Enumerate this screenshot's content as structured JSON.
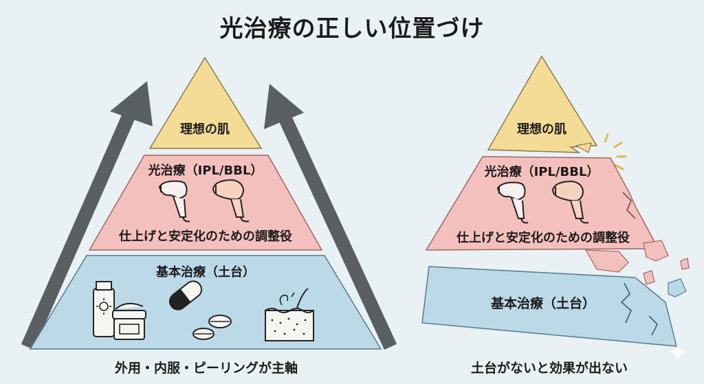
{
  "title": "光治療の正しい位置づけ",
  "left": {
    "top_label": "理想の肌",
    "middle_label": "光治療（IPL/BBL）",
    "middle_sub": "仕上げと安定化のための調整役",
    "bottom_label": "基本治療（土台）",
    "caption": "外用・内服・ピーリングが主軸"
  },
  "right": {
    "top_label": "理想の肌",
    "middle_label": "光治療（IPL/BBL）",
    "middle_sub": "仕上げと安定化のための調整役",
    "bottom_label": "基本治療（土台）",
    "caption": "土台がないと効果が出ない"
  },
  "colors": {
    "background": "#e9f1f4",
    "tier_top": "#f5dc96",
    "tier_middle": "#f4c0bd",
    "tier_bottom": "#bcd9e8",
    "arrow": "#5a5f63"
  },
  "icons": [
    "upward-arrow-icon",
    "ipl-handpiece-icon",
    "sunscreen-tube-icon",
    "cream-jar-icon",
    "capsule-icon",
    "tablet-icon",
    "skin-peel-icon"
  ]
}
